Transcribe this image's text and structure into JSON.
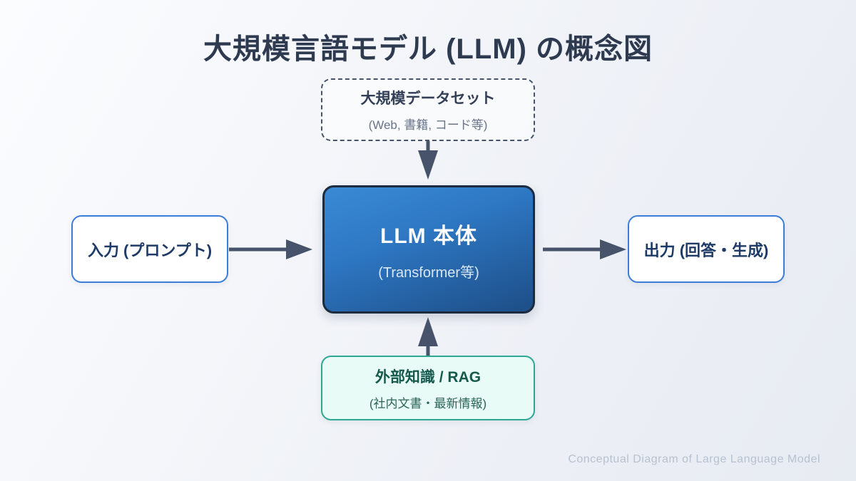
{
  "title": "大規模言語モデル (LLM) の概念図",
  "footer": "Conceptual Diagram of Large Language Model",
  "nodes": {
    "dataset": {
      "label": "大規模データセット",
      "sublabel": "(Web, 書籍, コード等)"
    },
    "llm": {
      "label": "LLM 本体",
      "sublabel": "(Transformer等)"
    },
    "input": {
      "label": "入力 (プロンプト)"
    },
    "output": {
      "label": "出力 (回答・生成)"
    },
    "rag": {
      "label": "外部知識 / RAG",
      "sublabel": "(社内文書・最新情報)"
    }
  },
  "edges": [
    {
      "from": "dataset",
      "to": "llm",
      "direction": "down"
    },
    {
      "from": "input",
      "to": "llm",
      "direction": "right"
    },
    {
      "from": "llm",
      "to": "output",
      "direction": "right"
    },
    {
      "from": "rag",
      "to": "llm",
      "direction": "up"
    }
  ],
  "colors": {
    "title_text": "#2e3a50",
    "arrow": "#46536a",
    "llm_gradient_top": "#3a8ad6",
    "llm_gradient_bottom": "#1d4e87",
    "llm_border": "#1d2b3e",
    "io_border_blue": "#3b7dd8",
    "io_text_navy": "#1e3a66",
    "rag_border_teal": "#2fa893",
    "rag_fill": "#e9fbf6",
    "rag_text": "#14594c",
    "dataset_border": "#47536a",
    "footer_text": "#b8c1cf",
    "background_light": "#fbfcfe",
    "background_dark": "#e7ebf2"
  }
}
